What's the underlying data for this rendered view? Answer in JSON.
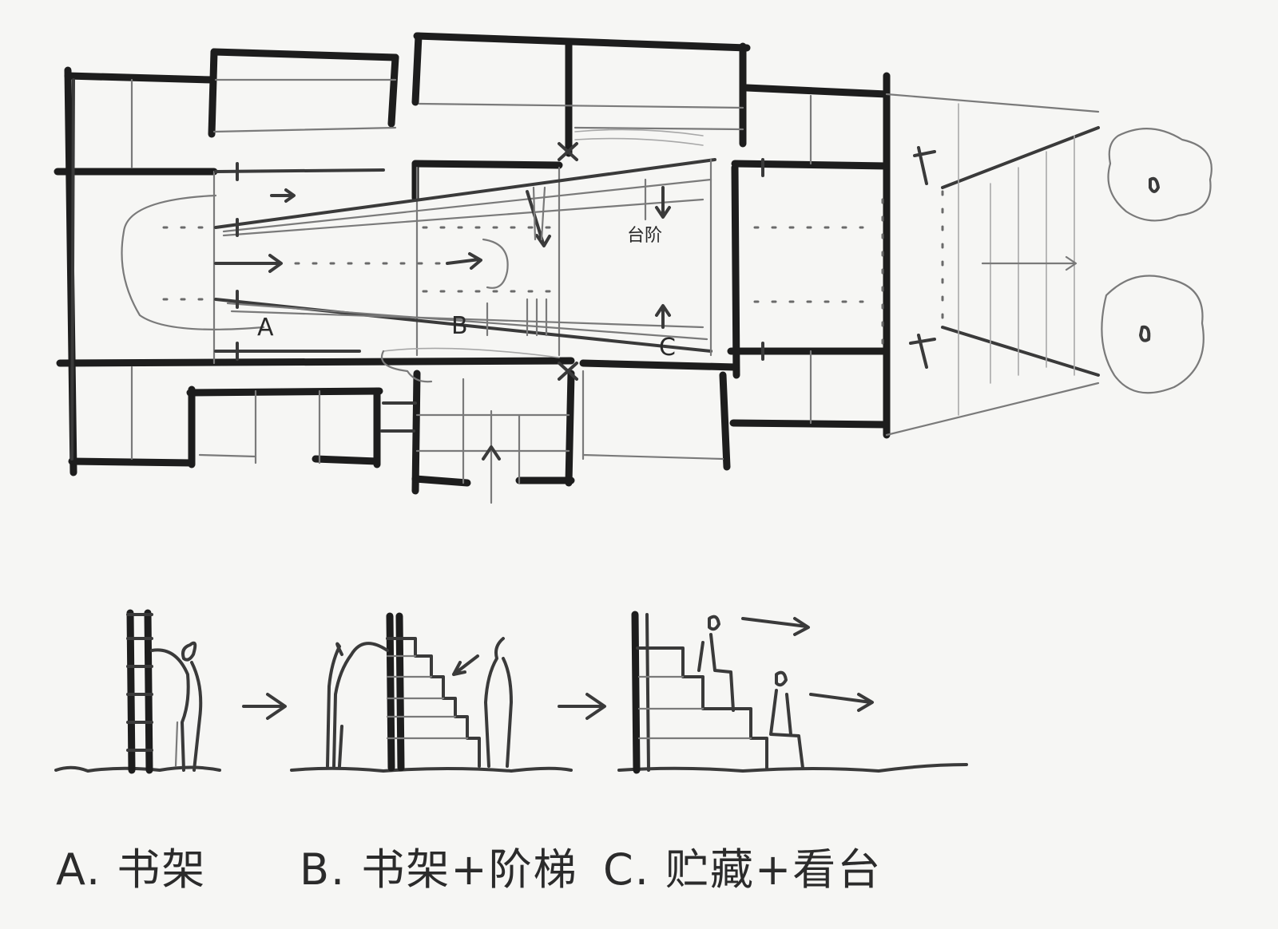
{
  "plan": {
    "label_a": "A",
    "label_b": "B",
    "label_c": "C",
    "label_steps": "台阶"
  },
  "captions": {
    "a": "A. 书架",
    "b": "B. 书架+阶梯",
    "c": "C. 贮藏+看台"
  }
}
